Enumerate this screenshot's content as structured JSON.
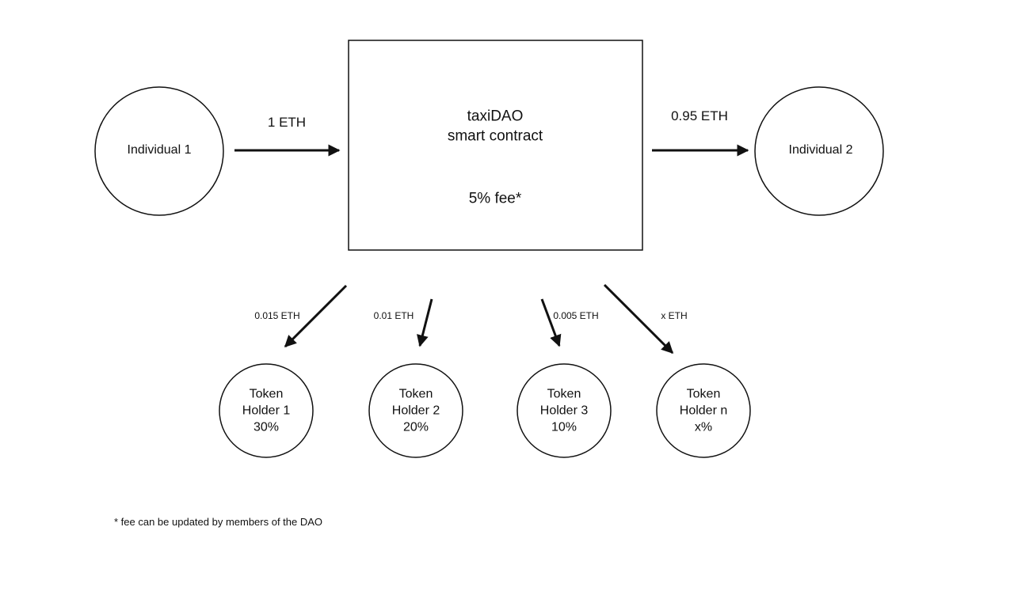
{
  "nodes": {
    "individual_1": {
      "label": "Individual 1"
    },
    "individual_2": {
      "label": "Individual 2"
    },
    "contract": {
      "title_line1": "taxiDAO",
      "title_line2": "smart contract",
      "fee_label": "5% fee*"
    }
  },
  "flows": {
    "in_amount": "1 ETH",
    "out_amount": "0.95 ETH"
  },
  "holders": [
    {
      "line1": "Token",
      "line2": "Holder 1",
      "share": "30%",
      "amount": "0.015 ETH"
    },
    {
      "line1": "Token",
      "line2": "Holder 2",
      "share": "20%",
      "amount": "0.01 ETH"
    },
    {
      "line1": "Token",
      "line2": "Holder 3",
      "share": "10%",
      "amount": "0.005 ETH"
    },
    {
      "line1": "Token",
      "line2": "Holder n",
      "share": "x%",
      "amount": "x ETH"
    }
  ],
  "footnote": "* fee can be updated by members of the DAO",
  "colors": {
    "stroke": "#111111",
    "background": "#ffffff"
  }
}
